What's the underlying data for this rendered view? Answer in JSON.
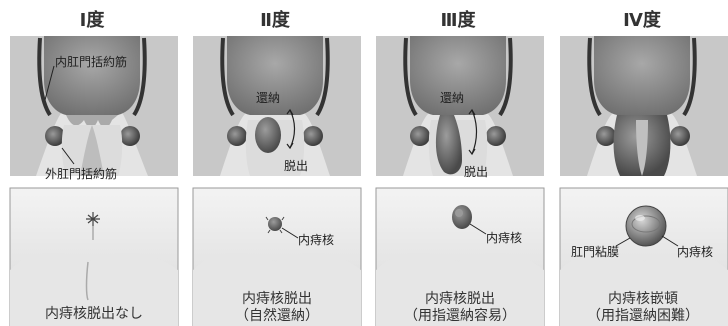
{
  "columns": [
    {
      "grade": "Ⅰ度",
      "top_labels": [
        "内肛門括約筋",
        "外肛門括約筋"
      ],
      "bottom_labels": [],
      "caption_line1": "内痔核脱出なし",
      "caption_line2": ""
    },
    {
      "grade": "Ⅱ度",
      "top_labels": [
        "還納",
        "脱出"
      ],
      "bottom_labels": [
        "内痔核"
      ],
      "caption_line1": "内痔核脱出",
      "caption_line2": "（自然還納）"
    },
    {
      "grade": "Ⅲ度",
      "top_labels": [
        "還納",
        "脱出"
      ],
      "bottom_labels": [
        "内痔核"
      ],
      "caption_line1": "内痔核脱出",
      "caption_line2": "（用指還納容易）"
    },
    {
      "grade": "Ⅳ度",
      "top_labels": [],
      "bottom_labels": [
        "肛門粘膜",
        "内痔核"
      ],
      "caption_line1": "内痔核嵌頓",
      "caption_line2": "（用指還納困難）"
    }
  ],
  "colors": {
    "rectum": "#8e8e8e",
    "rectum_dark": "#5a5a5a",
    "tissue": "#cfcfcf",
    "skin": "#ececec",
    "hemorrhoid": "#6a6a6a"
  }
}
